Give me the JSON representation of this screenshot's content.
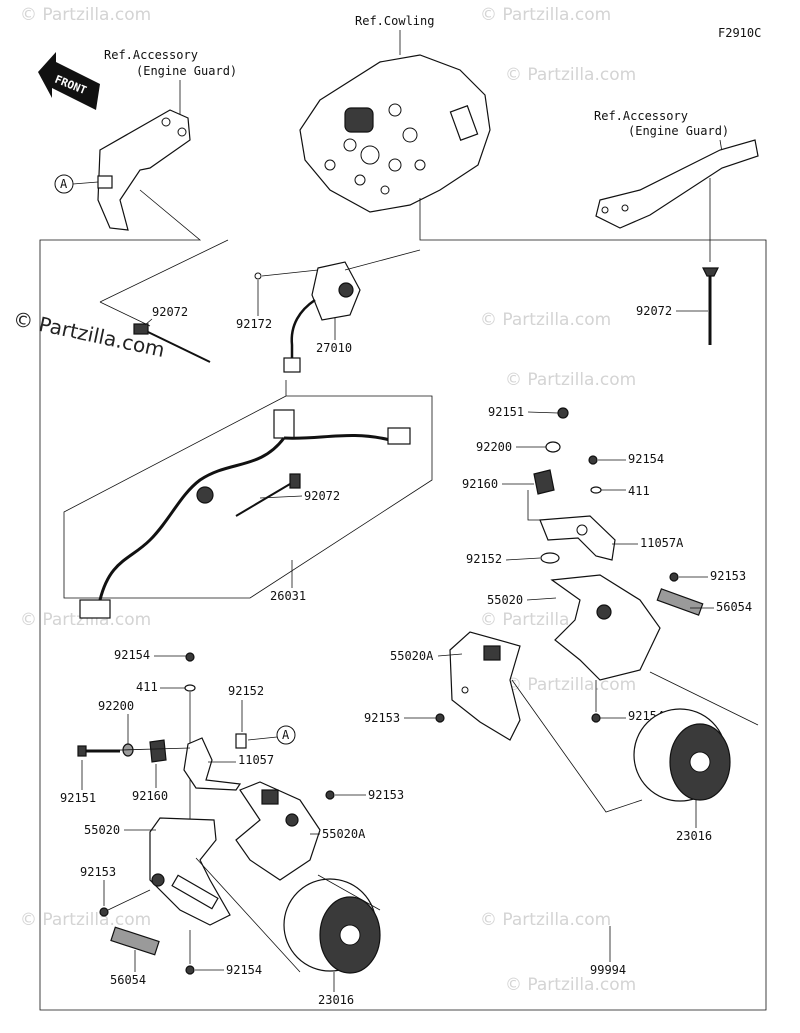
{
  "diagram_code": "F2910C",
  "brand": "© Partzilla.com",
  "watermark": "© Partzilla.com",
  "front_label": "FRONT",
  "callout_letter": "A",
  "refs": {
    "cowling": "Ref.Cowling",
    "accessory": "Ref.Accessory",
    "engine_guard": "(Engine Guard)"
  },
  "labels": {
    "p92072_left": "92072",
    "p92072_right": "92072",
    "p92072_mid": "92072",
    "p92172": "92172",
    "p27010": "27010",
    "p26031": "26031",
    "r92151": "92151",
    "r92200": "92200",
    "r92154_top": "92154",
    "r92160": "92160",
    "r411": "411",
    "r11057A": "11057A",
    "r92152": "92152",
    "r92153": "92153",
    "r55020": "55020",
    "r56054": "56054",
    "r55020A": "55020A",
    "r92153_mid": "92153",
    "r92154_bot": "92154",
    "r23016": "23016",
    "l92154": "92154",
    "l411": "411",
    "l92152": "92152",
    "l92200": "92200",
    "l11057": "11057",
    "l92151": "92151",
    "l92160": "92160",
    "l92153": "92153",
    "l55020": "55020",
    "l55020A": "55020A",
    "l92153_low": "92153",
    "l56054": "56054",
    "l92154_low": "92154",
    "l23016": "23016",
    "p99994": "99994"
  }
}
